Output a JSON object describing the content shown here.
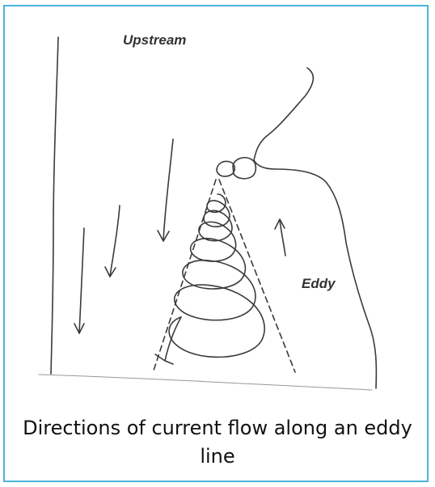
{
  "labels": {
    "upstream": "Upstream",
    "eddy": "Eddy"
  },
  "caption": "Directions of current flow along an eddy line",
  "colors": {
    "border": "#4db3d9",
    "ink": "#333333"
  }
}
